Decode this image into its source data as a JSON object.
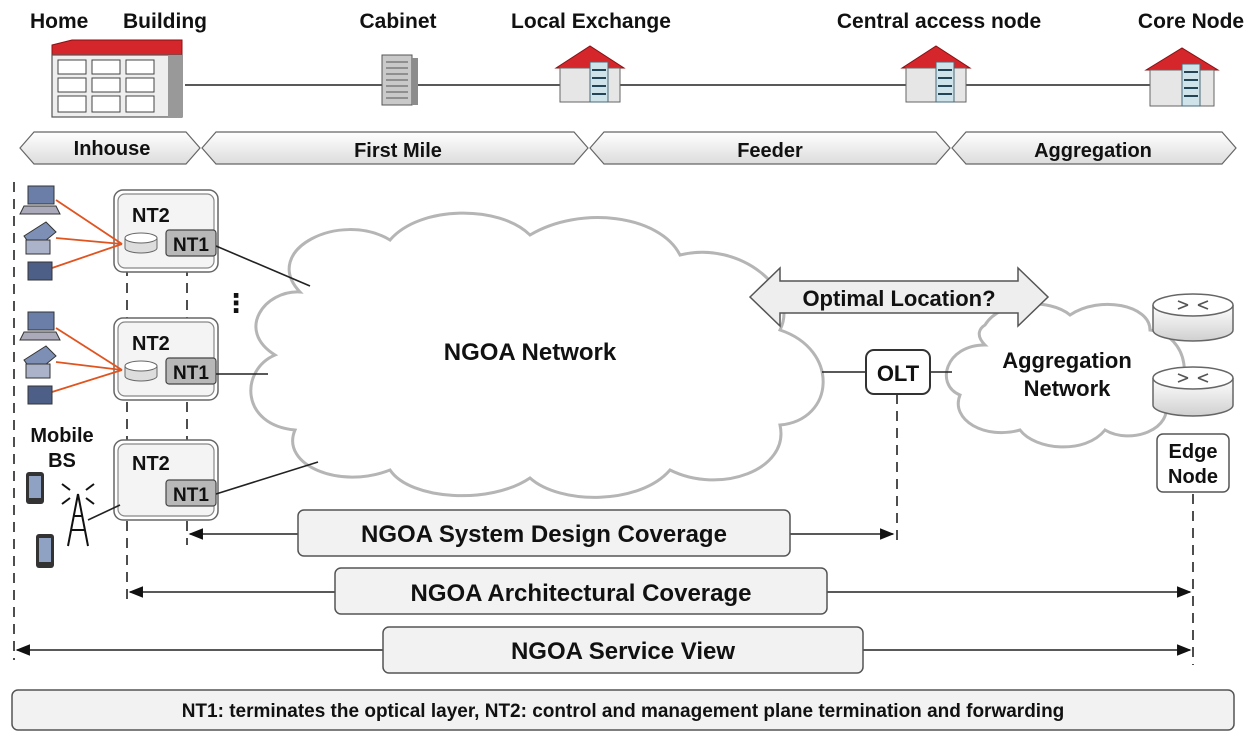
{
  "locations": {
    "home": "Home",
    "building": "Building",
    "cabinet": "Cabinet",
    "local_exchange": "Local Exchange",
    "central_access_node": "Central access node",
    "core_node": "Core  Node"
  },
  "segments": [
    "Inhouse",
    "First Mile",
    "Feeder",
    "Aggregation"
  ],
  "nodes": {
    "nt2": "NT2",
    "nt1": "NT1",
    "olt": "OLT",
    "edge_line1": "Edge",
    "edge_line2": "Node",
    "mobile_line1": "Mobile",
    "mobile_line2": "BS",
    "ellipsis": "⋮"
  },
  "networks": {
    "ngoa": "NGOA Network",
    "aggregation_line1": "Aggregation",
    "aggregation_line2": "Network",
    "optimal_location": "Optimal Location?"
  },
  "coverage": {
    "system_design": "NGOA System Design Coverage",
    "architectural": "NGOA Architectural Coverage",
    "service_view": "NGOA Service View"
  },
  "footer": "NT1:  terminates the optical layer,   NT2:  control and management plane termination and forwarding",
  "colors": {
    "roof": "#d4262b",
    "access_links": "#e0541f",
    "cloud_outline": "#b5b5b5"
  }
}
